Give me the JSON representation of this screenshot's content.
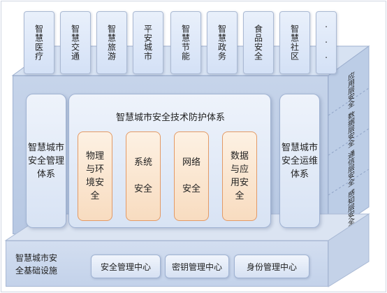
{
  "top_domains": [
    "智慧医疗",
    "智慧交通",
    "智慧旅游",
    "平安城市",
    "智慧节能",
    "智慧政务",
    "食品安全",
    "智慧社区",
    "..."
  ],
  "center_title": "智慧城市安全技术防护体系",
  "left_panel": "智慧城市安全管理体系",
  "right_panel": "智慧城市安全运维体系",
  "tech_boxes": [
    {
      "line1": "物理",
      "line2": "与环",
      "line3": "境安",
      "line4": "全"
    },
    {
      "line1": "系统",
      "line2": "",
      "line3": "安全",
      "line4": ""
    },
    {
      "line1": "网络",
      "line2": "",
      "line3": "安全",
      "line4": ""
    },
    {
      "line1": "数据",
      "line2": "与应",
      "line3": "用安",
      "line4": "全"
    }
  ],
  "side_layers": [
    "应用层安全",
    "数据层安全",
    "通信层安全",
    "感知层安全"
  ],
  "base": {
    "label_line1": "智慧城市安",
    "label_line2": "全基础设施",
    "centers": [
      "安全管理中心",
      "密钥管理中心",
      "身份管理中心"
    ]
  },
  "colors": {
    "frame": "#c9d6eb",
    "orange_border": "#e39a66",
    "card_border": "#9fb2d2"
  }
}
